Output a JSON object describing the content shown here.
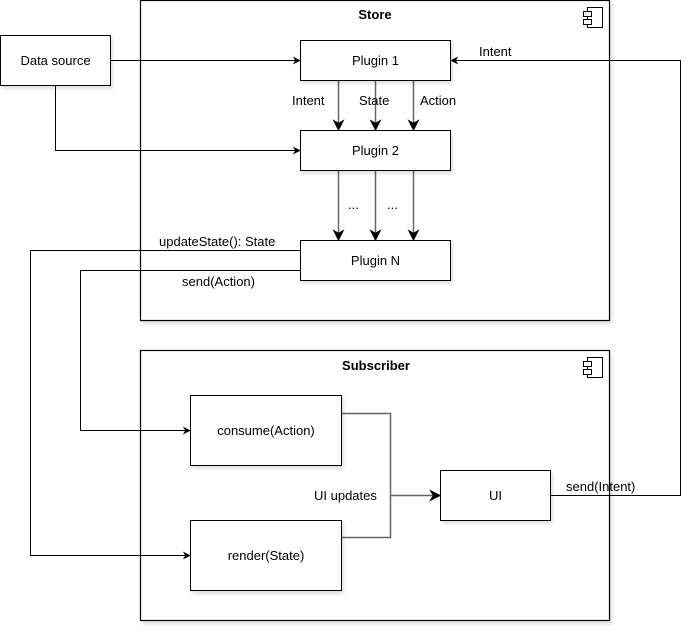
{
  "containers": {
    "store": {
      "title": "Store",
      "icon": "component-icon"
    },
    "subscriber": {
      "title": "Subscriber",
      "icon": "component-icon"
    }
  },
  "nodes": {
    "data_source": "Data source",
    "plugin1": "Plugin 1",
    "plugin2": "Plugin 2",
    "pluginN": "Plugin N",
    "consume": "consume(Action)",
    "render": "render(State)",
    "ui": "UI"
  },
  "edge_labels": {
    "intent_top": "Intent",
    "intent": "Intent",
    "state": "State",
    "action": "Action",
    "ellipsis1": "...",
    "ellipsis2": "...",
    "update_state": "updateState(): State",
    "send_action": "send(Action)",
    "ui_updates": "UI updates",
    "send_intent": "send(Intent)"
  },
  "colors": {
    "stroke": "#000000",
    "gray_stroke": "#666666",
    "background": "#ffffff"
  }
}
